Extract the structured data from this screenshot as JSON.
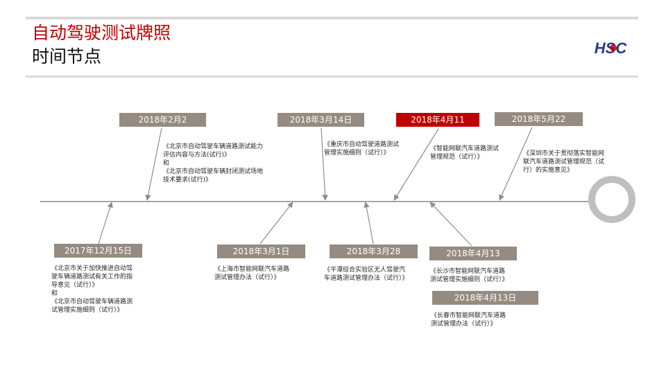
{
  "header": {
    "title": "自动驾驶测试牌照",
    "subtitle": "时间节点",
    "logo_text": "HSC"
  },
  "colors": {
    "accent_red": "#c00000",
    "label_gray": "#958b80",
    "axis_gray": "#a6a6a6",
    "logo_blue": "#1f3b8c"
  },
  "timeline": {
    "upper": [
      {
        "date": "2018年2月2",
        "highlight": false,
        "lines": [
          "《北京市自动驾驶车辆道路测试能力",
          "评估内容与方法(试行)》",
          "和",
          "《北京市自动驾驶车辆封闭测试场地",
          "技术要求(试行)》"
        ]
      },
      {
        "date": "2018年3月14日",
        "highlight": false,
        "lines": [
          "《重庆市自动驾驶道路测试",
          "管理实施细则（试行）》"
        ]
      },
      {
        "date": "2018年4月11",
        "highlight": true,
        "lines": [
          "《智能网联汽车道路测试",
          "管理规范（试行）》"
        ]
      },
      {
        "date": "2018年5月22",
        "highlight": false,
        "lines": [
          "《深圳市关于贯彻落实智能网",
          "联汽车道路测试管理规范（试",
          "行）的实施意见》"
        ]
      }
    ],
    "lower": [
      {
        "date": "2017年12月15日",
        "lines": [
          "《北京市关于加快推进自动驾",
          "驶车辆道路测试有关工作的指",
          "导意见（试行）》",
          "和",
          "《北京市自动驾驶车辆道路测",
          "试管理实施细则（试行）》"
        ]
      },
      {
        "date": "2018年3月1日",
        "lines": [
          "《上海市智能网联汽车道路",
          "测试管理办法（试行）》"
        ]
      },
      {
        "date": "2018年3月28",
        "lines": [
          "《平潭综合实验区无人驾驶汽",
          "车道路测试管理办法（试行）》"
        ]
      },
      {
        "date": "2018年4月13",
        "lines": [
          "《长沙市智能网联汽车道路",
          "测试管理实施细则（试行）》"
        ]
      },
      {
        "date": "2018年4月13日",
        "lines": [
          "《长春市智能网联汽车道路",
          "测试管理办法（试行）》"
        ]
      }
    ]
  }
}
